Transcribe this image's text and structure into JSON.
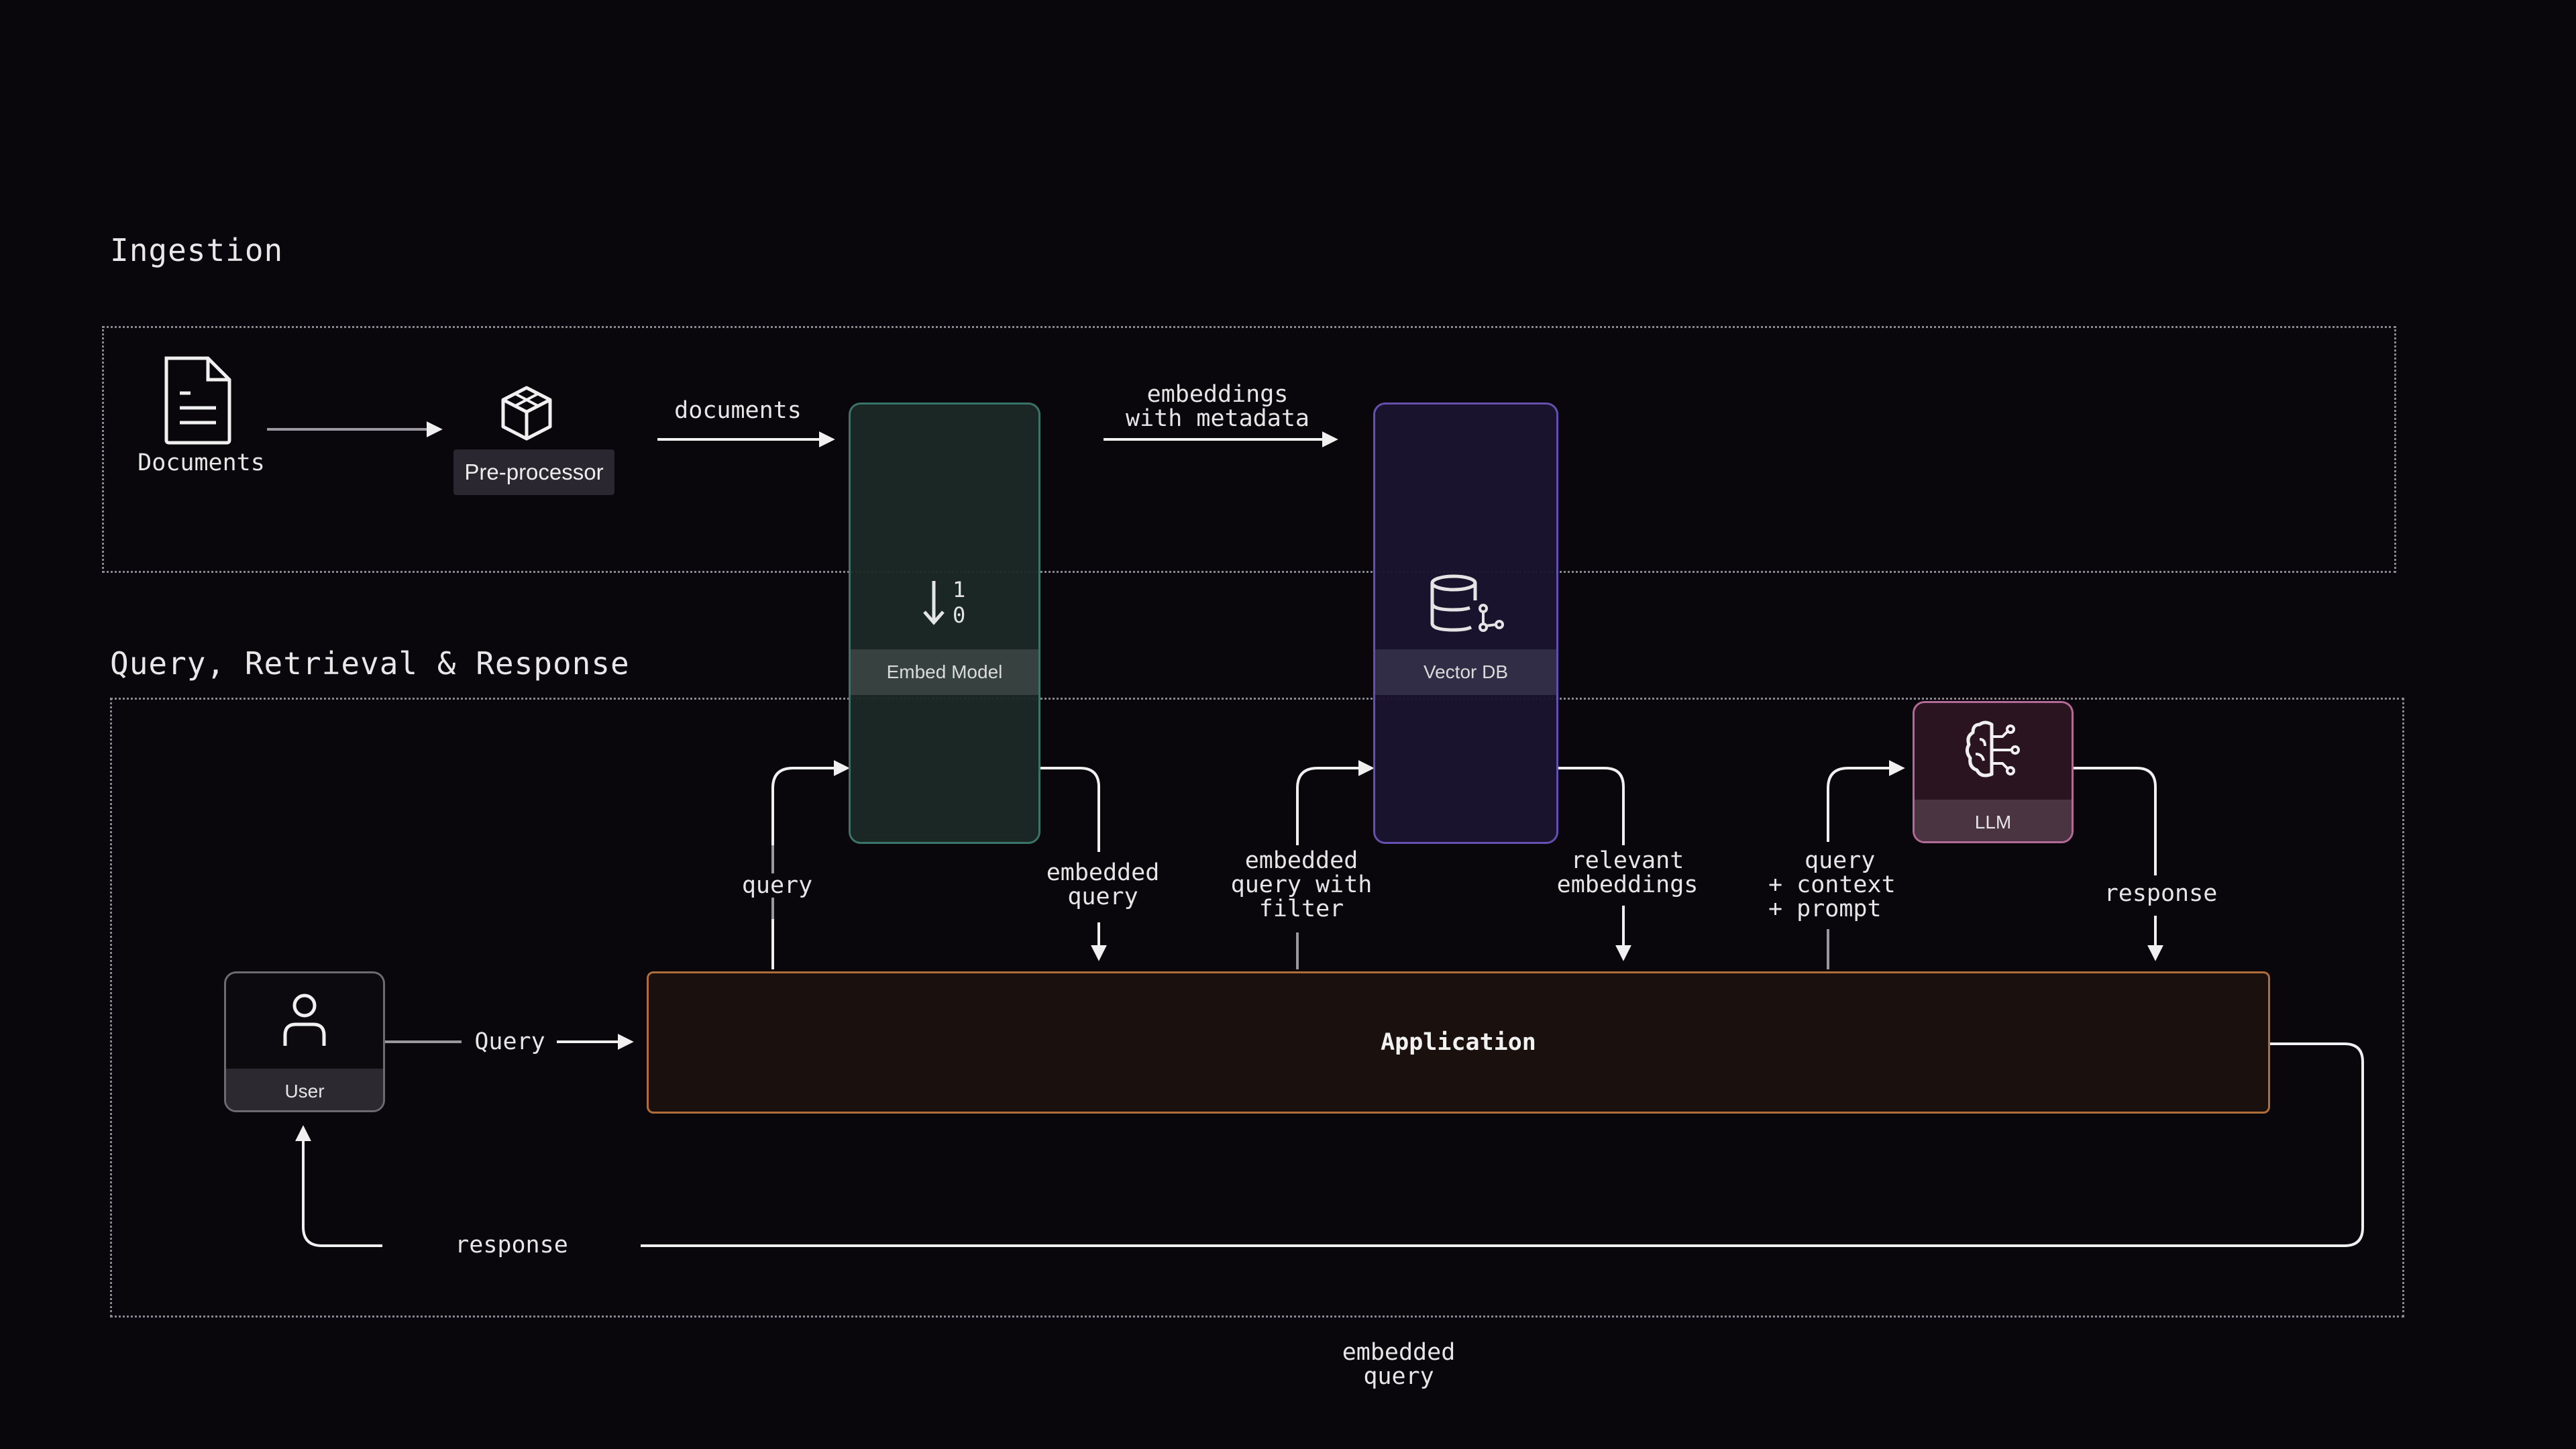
{
  "sections": {
    "ingestion": "Ingestion",
    "query": "Query, Retrieval & Response"
  },
  "nodes": {
    "documents": "Documents",
    "preprocessor": "Pre-processor",
    "embed_model": "Embed Model",
    "vector_db": "Vector DB",
    "llm": "LLM",
    "user": "User",
    "application": "Application"
  },
  "edges": {
    "documents": "documents",
    "embeddings_line1": "embeddings",
    "embeddings_line2": "with metadata",
    "query_up": "query",
    "embedded_query_1": "embedded",
    "embedded_query_2": "query",
    "filter_1": "embedded",
    "filter_2": "query with",
    "filter_3": "filter",
    "relevant_1": "relevant",
    "relevant_2": "embeddings",
    "ctx_1": "query",
    "ctx_2": "+ context",
    "ctx_3": "+ prompt",
    "response_llm": "response",
    "user_query": "Query",
    "response_user": "response",
    "footer_1": "embedded",
    "footer_2": "query"
  },
  "colors": {
    "background": "#09060c",
    "embed_fill": "#1c2927",
    "embed_border": "#3d7a6f",
    "vector_fill": "#1b1430",
    "vector_border": "#6b55b8",
    "llm_fill": "#2a141f",
    "llm_border": "#b46a96",
    "app_fill": "#1a100d",
    "app_border": "#b06d3a"
  },
  "icons": {
    "documents": "document-icon",
    "preprocessor": "cube-icon",
    "embed_model": "binary-down-arrow-icon",
    "vector_db": "database-icon",
    "llm": "brain-circuit-icon",
    "user": "person-icon"
  }
}
